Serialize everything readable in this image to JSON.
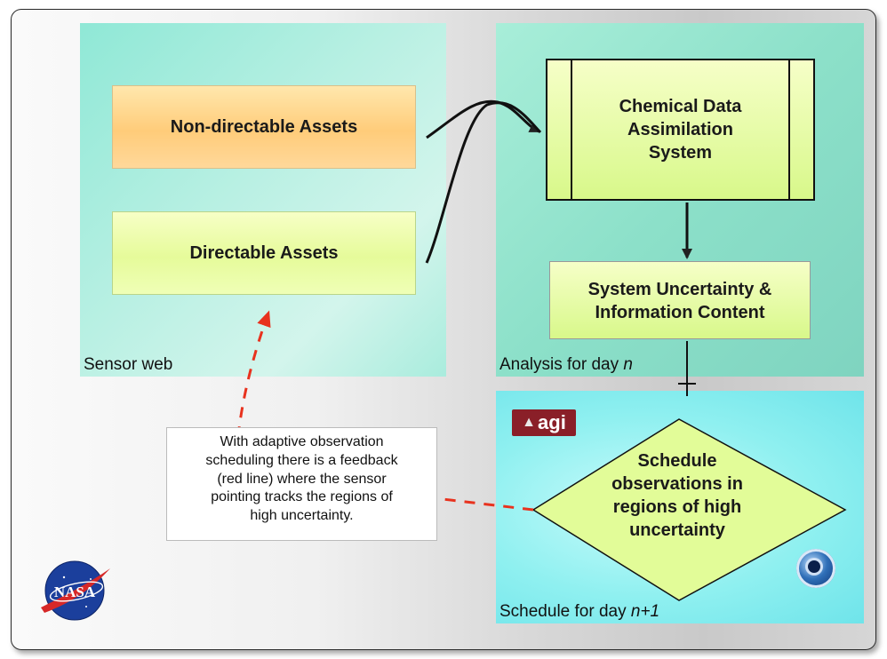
{
  "panels": {
    "sensor_web": "Sensor web",
    "analysis": {
      "text": "Analysis for day ",
      "italic": "n"
    },
    "schedule": {
      "text": "Schedule for day ",
      "italic": "n+1"
    }
  },
  "boxes": {
    "non_directable": "Non-directable Assets",
    "directable": "Directable Assets",
    "cdas": [
      "Chemical Data",
      "Assimilation",
      "System"
    ],
    "uncertainty": [
      "System Uncertainty &",
      "Information Content"
    ],
    "schedule": [
      "Schedule",
      "observations in",
      "regions of high",
      "uncertainty"
    ]
  },
  "note": [
    "With adaptive observation",
    "scheduling there is a feedback",
    "(red line) where the sensor",
    "pointing tracks the regions of",
    "high uncertainty."
  ],
  "logos": {
    "agi": "agi",
    "nasa": "NASA"
  },
  "colors": {
    "feedback_line": "#e8321e"
  }
}
